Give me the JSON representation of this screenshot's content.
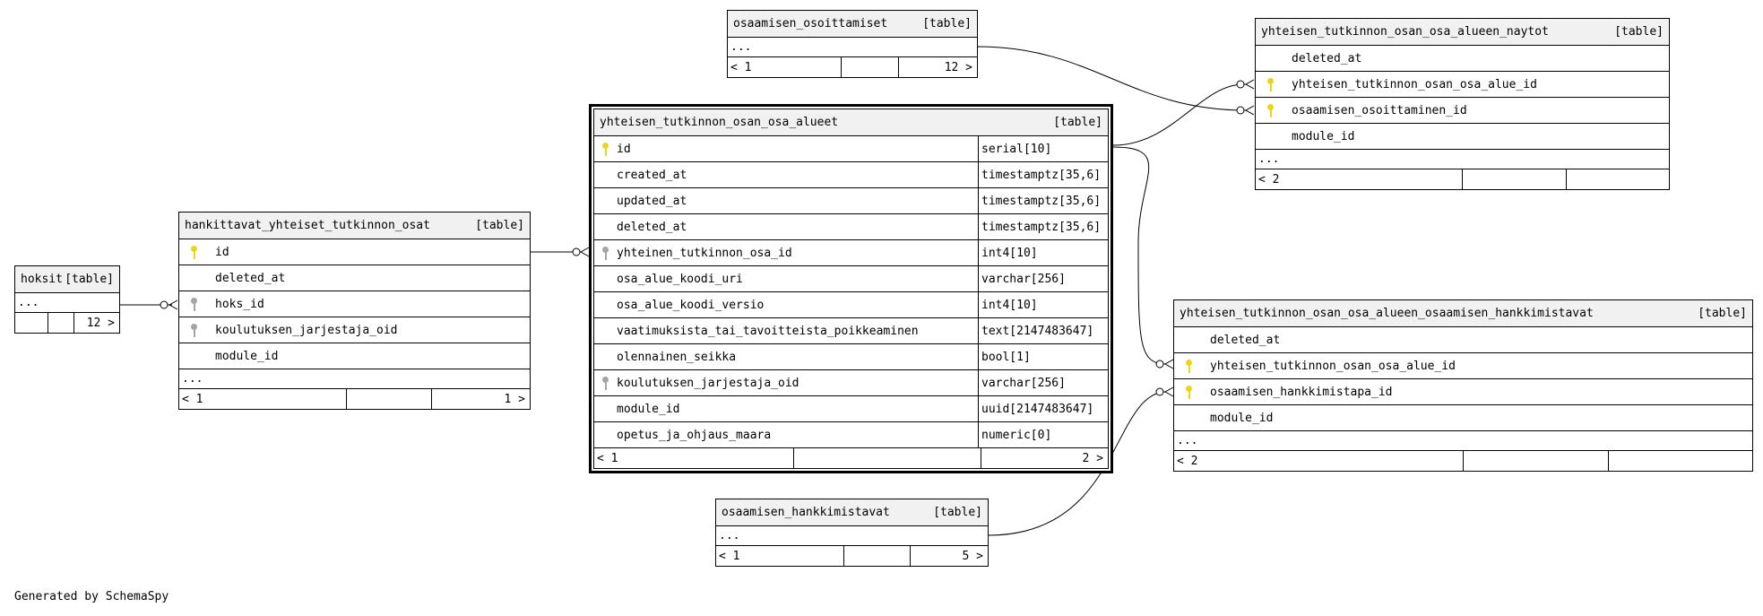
{
  "footer_text": "Generated by SchemaSpy",
  "colors": {
    "primary_key": "#e8d51e",
    "foreign_key": "#a5a5a5",
    "header_bg": "#f1f1f1"
  },
  "tables": {
    "hoksit": {
      "name": "hoksit",
      "kind": "[table]",
      "ellipsis": "...",
      "footer": [
        "",
        "",
        "12 >"
      ]
    },
    "hankittavat": {
      "name": "hankittavat_yhteiset_tutkinnon_osat",
      "kind": "[table]",
      "columns": [
        {
          "name": "id",
          "key": "primary"
        },
        {
          "name": "deleted_at",
          "key": ""
        },
        {
          "name": "hoks_id",
          "key": "foreign"
        },
        {
          "name": "koulutuksen_jarjestaja_oid",
          "key": "foreign"
        },
        {
          "name": "module_id",
          "key": ""
        }
      ],
      "ellipsis": "...",
      "footer": [
        "< 1",
        "",
        "1 >"
      ]
    },
    "osoittamiset": {
      "name": "osaamisen_osoittamiset",
      "kind": "[table]",
      "ellipsis": "...",
      "footer": [
        "< 1",
        "",
        "12 >"
      ]
    },
    "alueet": {
      "name": "yhteisen_tutkinnon_osan_osa_alueet",
      "kind": "[table]",
      "columns": [
        {
          "name": "id",
          "type": "serial[10]",
          "key": "primary"
        },
        {
          "name": "created_at",
          "type": "timestamptz[35,6]",
          "key": ""
        },
        {
          "name": "updated_at",
          "type": "timestamptz[35,6]",
          "key": ""
        },
        {
          "name": "deleted_at",
          "type": "timestamptz[35,6]",
          "key": ""
        },
        {
          "name": "yhteinen_tutkinnon_osa_id",
          "type": "int4[10]",
          "key": "foreign"
        },
        {
          "name": "osa_alue_koodi_uri",
          "type": "varchar[256]",
          "key": ""
        },
        {
          "name": "osa_alue_koodi_versio",
          "type": "int4[10]",
          "key": ""
        },
        {
          "name": "vaatimuksista_tai_tavoitteista_poikkeaminen",
          "type": "text[2147483647]",
          "key": ""
        },
        {
          "name": "olennainen_seikka",
          "type": "bool[1]",
          "key": ""
        },
        {
          "name": "koulutuksen_jarjestaja_oid",
          "type": "varchar[256]",
          "key": "foreign"
        },
        {
          "name": "module_id",
          "type": "uuid[2147483647]",
          "key": ""
        },
        {
          "name": "opetus_ja_ohjaus_maara",
          "type": "numeric[0]",
          "key": ""
        }
      ],
      "footer": [
        "< 1",
        "",
        "2 >"
      ]
    },
    "naytot": {
      "name": "yhteisen_tutkinnon_osan_osa_alueen_naytot",
      "kind": "[table]",
      "columns": [
        {
          "name": "deleted_at",
          "key": ""
        },
        {
          "name": "yhteisen_tutkinnon_osan_osa_alue_id",
          "key": "primary"
        },
        {
          "name": "osaamisen_osoittaminen_id",
          "key": "primary"
        },
        {
          "name": "module_id",
          "key": ""
        }
      ],
      "ellipsis": "...",
      "footer": [
        "< 2",
        "",
        ""
      ]
    },
    "hankkimistavat_join": {
      "name": "yhteisen_tutkinnon_osan_osa_alueen_osaamisen_hankkimistavat",
      "kind": "[table]",
      "columns": [
        {
          "name": "deleted_at",
          "key": ""
        },
        {
          "name": "yhteisen_tutkinnon_osan_osa_alue_id",
          "key": "primary"
        },
        {
          "name": "osaamisen_hankkimistapa_id",
          "key": "primary"
        },
        {
          "name": "module_id",
          "key": ""
        }
      ],
      "ellipsis": "...",
      "footer": [
        "< 2",
        "",
        ""
      ]
    },
    "hankkimistavat": {
      "name": "osaamisen_hankkimistavat",
      "kind": "[table]",
      "ellipsis": "...",
      "footer": [
        "< 1",
        "",
        "5 >"
      ]
    }
  }
}
